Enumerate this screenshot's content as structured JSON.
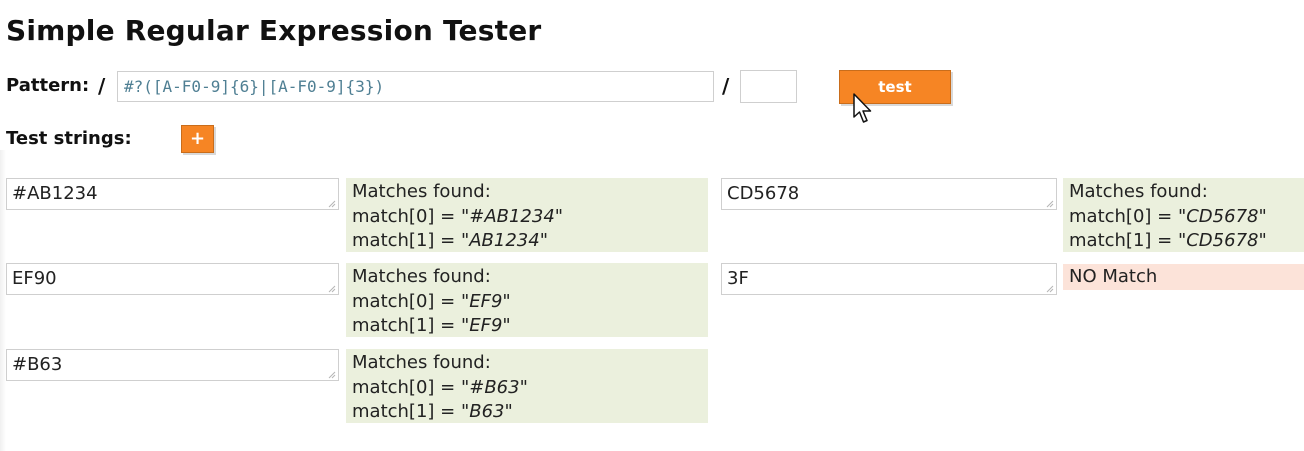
{
  "page": {
    "title": "Simple Regular Expression Tester"
  },
  "pattern": {
    "label": "Pattern:",
    "open_slash": "/",
    "value": "#?([A-F0-9]{6}|[A-F0-9]{3})",
    "close_slash": "/",
    "flags": ""
  },
  "actions": {
    "test_label": "test",
    "add_label": "+"
  },
  "test_strings": {
    "label": "Test strings:",
    "items": [
      {
        "value": "#AB1234",
        "matched": true,
        "header": "Matches found:",
        "m0_prefix": "match[0] = \"",
        "m0": "#AB1234",
        "m0_suffix": "\"",
        "m1_prefix": "match[1] = \"",
        "m1": "AB1234",
        "m1_suffix": "\""
      },
      {
        "value": "CD5678",
        "matched": true,
        "header": "Matches found:",
        "m0_prefix": "match[0] = \"",
        "m0": "CD5678",
        "m0_suffix": "\"",
        "m1_prefix": "match[1] = \"",
        "m1": "CD5678",
        "m1_suffix": "\""
      },
      {
        "value": "EF90",
        "matched": true,
        "header": "Matches found:",
        "m0_prefix": "match[0] = \"",
        "m0": "EF9",
        "m0_suffix": "\"",
        "m1_prefix": "match[1] = \"",
        "m1": "EF9",
        "m1_suffix": "\""
      },
      {
        "value": "3F",
        "matched": false,
        "no_match_text": "NO Match"
      },
      {
        "value": "#B63",
        "matched": true,
        "header": "Matches found:",
        "m0_prefix": "match[0] = \"",
        "m0": "#B63",
        "m0_suffix": "\"",
        "m1_prefix": "match[1] = \"",
        "m1": "B63",
        "m1_suffix": "\""
      }
    ]
  },
  "colors": {
    "accent": "#f68524",
    "match_bg": "#ebf0dd",
    "nomatch_bg": "#fce3d9",
    "pattern_text": "#4f7f93"
  },
  "icons": {
    "cursor": "mouse-pointer-icon",
    "grip": "resize-grip-icon"
  }
}
